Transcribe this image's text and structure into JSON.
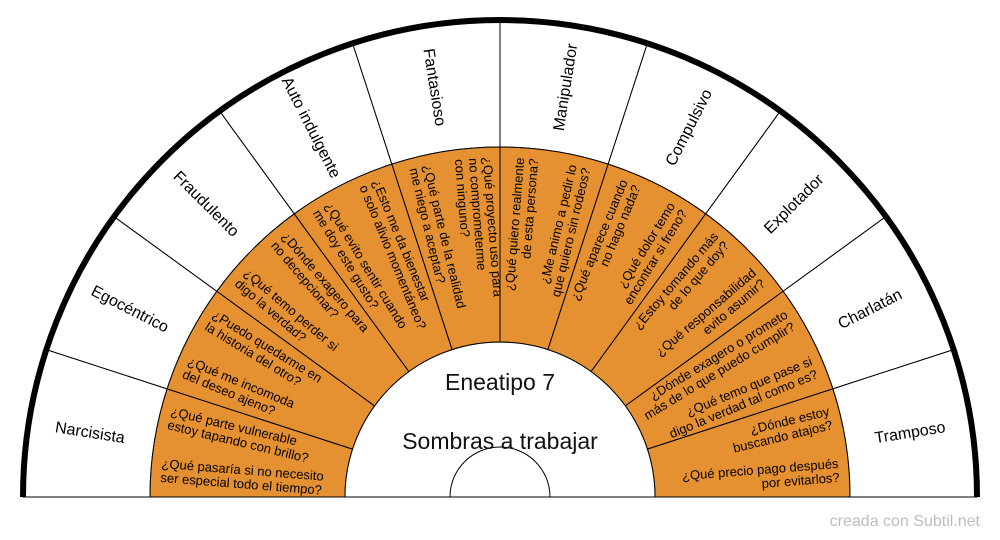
{
  "title": "Eneatipo 7",
  "subtitle": "Sombras a trabajar",
  "credit": "creada con Subtil.net",
  "colors": {
    "question_ring": "#E69131",
    "trait_ring": "#FFFFFF",
    "lines": "#000000",
    "center": "#FFFFFF",
    "credit_text": "#BDBDBD"
  },
  "segments": [
    {
      "label": "Narcisista",
      "questions": [
        [
          "¿Qué pasaría si no necesito",
          "ser especial todo el tiempo?"
        ],
        [
          "¿Qué parte vulnerable",
          "estoy tapando con brillo?"
        ]
      ]
    },
    {
      "label": "Egocéntrico",
      "questions": [
        [
          "¿Qué me incomoda",
          "del deseo ajeno?"
        ],
        [
          "¿Puedo quedarme en",
          "la historia del otro?"
        ]
      ]
    },
    {
      "label": "Fraudulento",
      "questions": [
        [
          "¿Qué temo perder si",
          "digo la verdad?"
        ],
        [
          "¿Dónde exagero para",
          "no decepcionar?"
        ]
      ]
    },
    {
      "label": "Auto indulgente",
      "questions": [
        [
          "¿Qué evito sentir cuando",
          "me doy este gusto?"
        ],
        [
          "¿Esto me da bienestar",
          "o solo alivio momentáneo?"
        ]
      ]
    },
    {
      "label": "Fantasioso",
      "questions": [
        [
          "¿Qué parte de la realidad",
          "me niego a aceptar?"
        ],
        [
          "¿Qué proyecto uso para",
          "no comprometerme",
          "con ninguno?"
        ]
      ]
    },
    {
      "label": "Manipulador",
      "questions": [
        [
          "¿Qué quiero realmente",
          "de esta persona?"
        ],
        [
          "¿Me animo a pedir lo",
          "que quiero sin rodeos?"
        ]
      ]
    },
    {
      "label": "Compulsivo",
      "questions": [
        [
          "¿Qué aparece cuando",
          "no hago nada?"
        ],
        [
          "¿Qué dolor temo",
          "encontrar si freno?"
        ]
      ]
    },
    {
      "label": "Explotador",
      "questions": [
        [
          "¿Estoy tomando más",
          "de lo que doy?"
        ],
        [
          "¿Qué responsabilidad",
          "evito asumir?"
        ]
      ]
    },
    {
      "label": "Charlatán",
      "questions": [
        [
          "¿Dónde exagero o prometo",
          "más de lo que puedo cumplir?"
        ],
        [
          "¿Qué temo que pase si",
          "digo la verdad tal como es?"
        ]
      ]
    },
    {
      "label": "Tramposo",
      "questions": [
        [
          "¿Dónde estoy",
          "buscando atajos?"
        ],
        [
          "¿Qué precio pago después",
          "por evitarlos?"
        ]
      ]
    }
  ]
}
